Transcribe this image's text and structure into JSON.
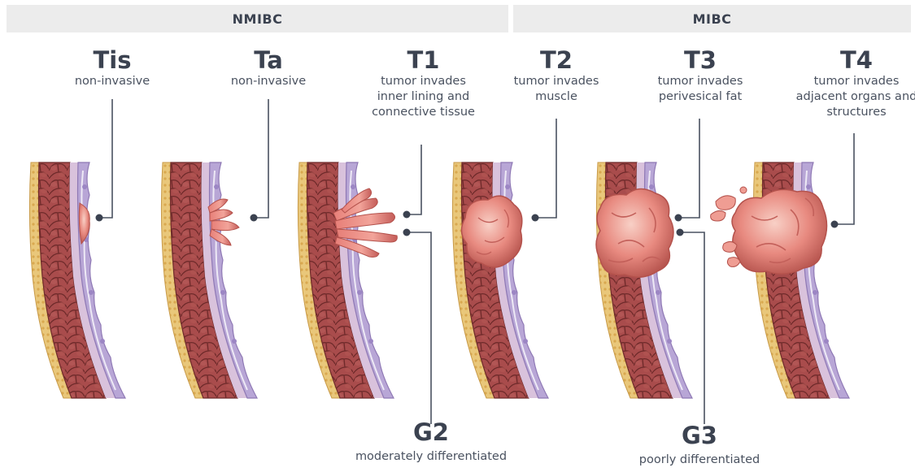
{
  "headers": {
    "nmibc": "NMIBC",
    "mibc": "MIBC"
  },
  "stages": {
    "tis": {
      "code": "Tis",
      "desc": "non-invasive"
    },
    "ta": {
      "code": "Ta",
      "desc": "non-invasive"
    },
    "t1": {
      "code": "T1",
      "desc": "tumor invades inner lining and connective tissue"
    },
    "t2": {
      "code": "T2",
      "desc": "tumor invades muscle"
    },
    "t3": {
      "code": "T3",
      "desc": "tumor invades perivesical fat"
    },
    "t4": {
      "code": "T4",
      "desc": "tumor invades adjacent organs and structures"
    }
  },
  "grades": {
    "g2": {
      "code": "G2",
      "desc": "moderately differentiated"
    },
    "g3": {
      "code": "G3",
      "desc": "poorly differentiated"
    }
  },
  "colors": {
    "header_band": "#ececec",
    "heading_text": "#3b4250",
    "leader_line": "#4a5260",
    "fat_layer": "#e9c77a",
    "muscle": "#a94c4c",
    "muscle_cell_border": "#6e2a2a",
    "submucosa": "#d9c2dc",
    "urothelium": "#b8a6d6",
    "tumor": "#e88a80",
    "tumor_highlight": "#f6c0b6",
    "tumor_shadow": "#b4524c"
  }
}
